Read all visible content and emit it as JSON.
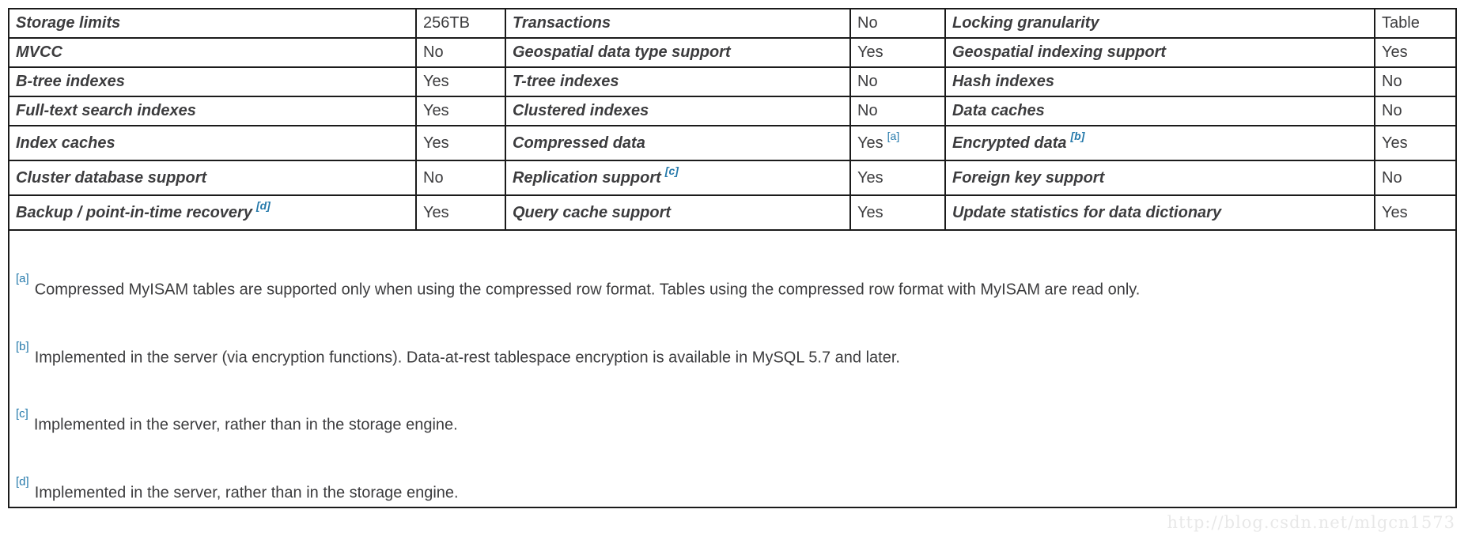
{
  "colors": {
    "border": "#1b1b1b",
    "text": "#3c3c3e",
    "link": "#2579ab",
    "watermark": "#d9d9d9"
  },
  "table": {
    "rows": [
      {
        "cells": [
          {
            "text": "Storage limits"
          },
          {
            "text": "256TB"
          },
          {
            "text": "Transactions"
          },
          {
            "text": "No"
          },
          {
            "text": "Locking granularity"
          },
          {
            "text": "Table"
          }
        ]
      },
      {
        "cells": [
          {
            "text": "MVCC"
          },
          {
            "text": "No"
          },
          {
            "text": "Geospatial data type support"
          },
          {
            "text": "Yes"
          },
          {
            "text": "Geospatial indexing support"
          },
          {
            "text": "Yes"
          }
        ]
      },
      {
        "cells": [
          {
            "text": "B-tree indexes"
          },
          {
            "text": "Yes"
          },
          {
            "text": "T-tree indexes"
          },
          {
            "text": "No"
          },
          {
            "text": "Hash indexes"
          },
          {
            "text": "No"
          }
        ]
      },
      {
        "cells": [
          {
            "text": "Full-text search indexes"
          },
          {
            "text": "Yes"
          },
          {
            "text": "Clustered indexes"
          },
          {
            "text": "No"
          },
          {
            "text": "Data caches"
          },
          {
            "text": "No"
          }
        ]
      },
      {
        "cells": [
          {
            "text": "Index caches"
          },
          {
            "text": "Yes"
          },
          {
            "text": "Compressed data"
          },
          {
            "text": "Yes",
            "sup": "[a]"
          },
          {
            "text": "Encrypted data",
            "sup": "[b]"
          },
          {
            "text": "Yes"
          }
        ]
      },
      {
        "cells": [
          {
            "text": "Cluster database support"
          },
          {
            "text": "No"
          },
          {
            "text": "Replication support",
            "sup": "[c]"
          },
          {
            "text": "Yes"
          },
          {
            "text": "Foreign key support"
          },
          {
            "text": "No"
          }
        ]
      },
      {
        "cells": [
          {
            "text": "Backup / point-in-time recovery",
            "sup": "[d]"
          },
          {
            "text": "Yes"
          },
          {
            "text": "Query cache support"
          },
          {
            "text": "Yes"
          },
          {
            "text": "Update statistics for data dictionary"
          },
          {
            "text": "Yes"
          }
        ]
      }
    ]
  },
  "footnotes": [
    {
      "marker": "[a]",
      "text": "Compressed MyISAM tables are supported only when using the compressed row format. Tables using the compressed row format with MyISAM are read only."
    },
    {
      "marker": "[b]",
      "text": "Implemented in the server (via encryption functions). Data-at-rest tablespace encryption is available in MySQL 5.7 and later."
    },
    {
      "marker": "[c]",
      "text": "Implemented in the server, rather than in the storage engine."
    },
    {
      "marker": "[d]",
      "text": "Implemented in the server, rather than in the storage engine."
    }
  ],
  "watermark": "http://blog.csdn.net/mlgcn1573"
}
